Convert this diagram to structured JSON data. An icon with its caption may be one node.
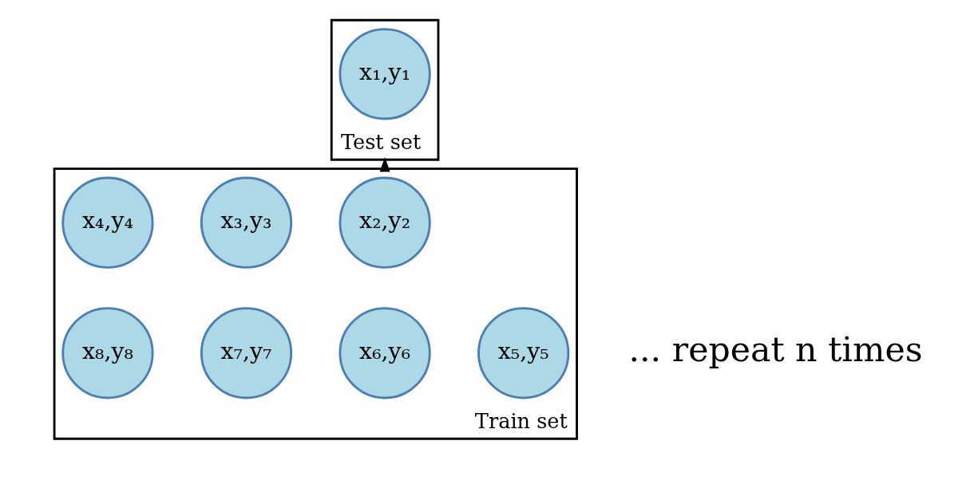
{
  "diagram": {
    "nodes": [
      {
        "text": [
          "Test set"
        ]
      },
      {
        "text": [
          "x₁,y₁"
        ],
        "in": 0
      },
      {
        "text": [
          "Train set"
        ]
      },
      {
        "text": [
          "x₂,y₂"
        ],
        "in": 2
      },
      {
        "text": [
          "x₃,y₃"
        ],
        "in": 2
      },
      {
        "text": [
          "x₄,y₄"
        ],
        "in": 2
      },
      {
        "text": [
          "x₅,y₅"
        ],
        "in": 2
      },
      {
        "text": [
          "x₆,y₆"
        ],
        "in": 2
      },
      {
        "text": [
          "x₇,y₇"
        ],
        "in": 2
      },
      {
        "text": [
          "x₈,y₈"
        ],
        "in": 2
      }
    ],
    "edges": [
      {
        "from": 2,
        "to": 0,
        "arrow": "to"
      }
    ],
    "labels": [
      "... repeat n times"
    ]
  }
}
